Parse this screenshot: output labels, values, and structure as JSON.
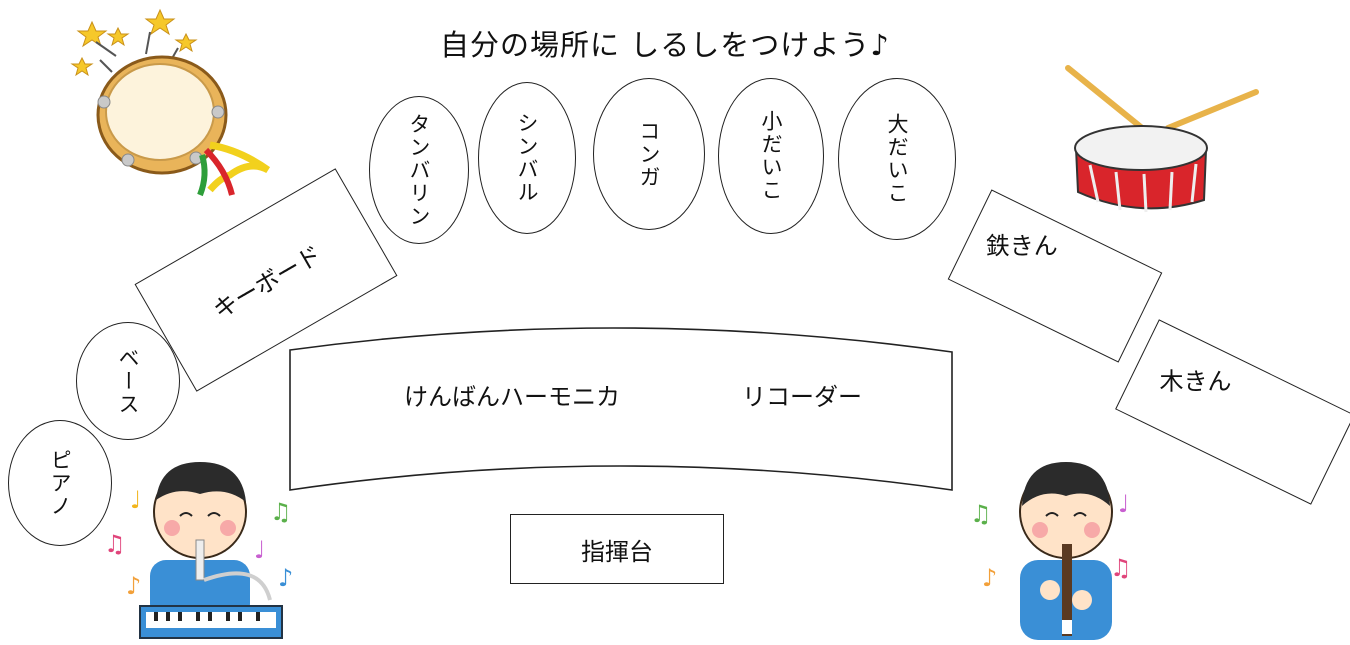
{
  "title": "自分の場所に しるしをつけよう♪",
  "percussion": [
    "タンバリン",
    "シンバル",
    "コンガ",
    "小だいこ",
    "大だいこ"
  ],
  "left_instruments": {
    "keyboard": "キーボード",
    "bass": "ベース",
    "piano": "ピアノ"
  },
  "right_instruments": {
    "glockenspiel": "鉄きん",
    "xylophone": "木きん"
  },
  "center_area": {
    "harmonica": "けんばんハーモニカ",
    "recorder": "リコーダー"
  },
  "podium": "指揮台",
  "colors": {
    "drum_red": "#d9252b",
    "tambourine_skin": "#fdf3dc",
    "shirt_blue": "#3a8fd6"
  }
}
